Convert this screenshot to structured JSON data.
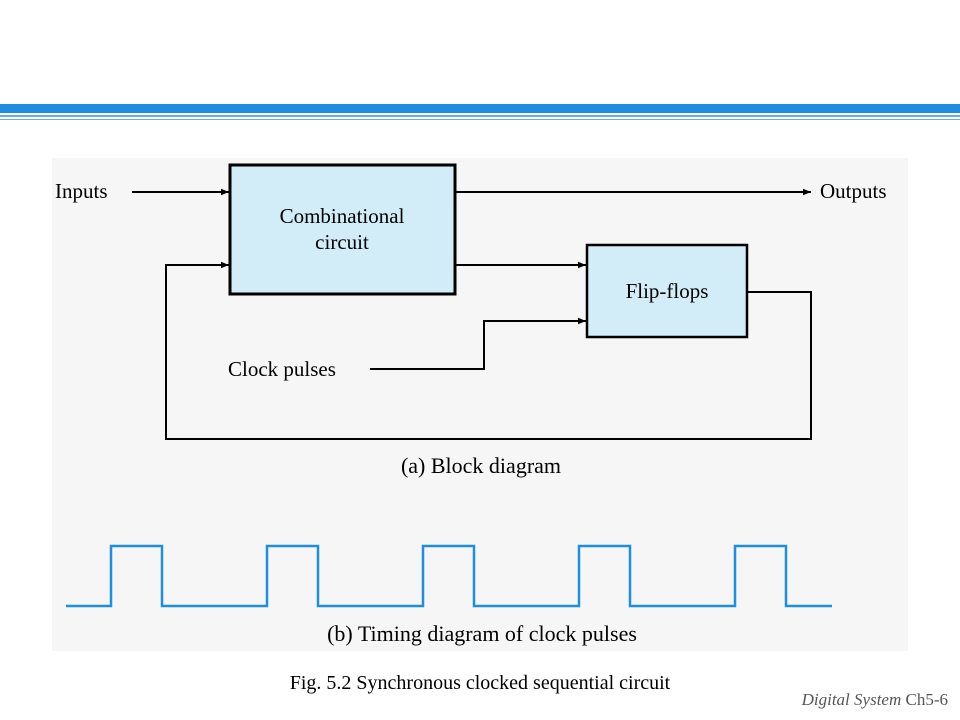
{
  "header": {
    "accent_color": "#1e8fe0",
    "line_color": "#6aaee0"
  },
  "diagram": {
    "inputs_label": "Inputs",
    "outputs_label": "Outputs",
    "comb_label_line1": "Combinational",
    "comb_label_line2": "circuit",
    "flipflops_label": "Flip-flops",
    "clock_label": "Clock pulses",
    "block_caption": "(a) Block diagram",
    "box_fill": "#d2ecf8",
    "timing_caption": "(b) Timing diagram of clock pulses",
    "pulse_color": "#1e8fe0",
    "pulse_count": 5
  },
  "figure_caption": "Fig. 5.2 Synchronous clocked sequential circuit",
  "footer": {
    "course": "Digital System",
    "page": "Ch5-6"
  }
}
